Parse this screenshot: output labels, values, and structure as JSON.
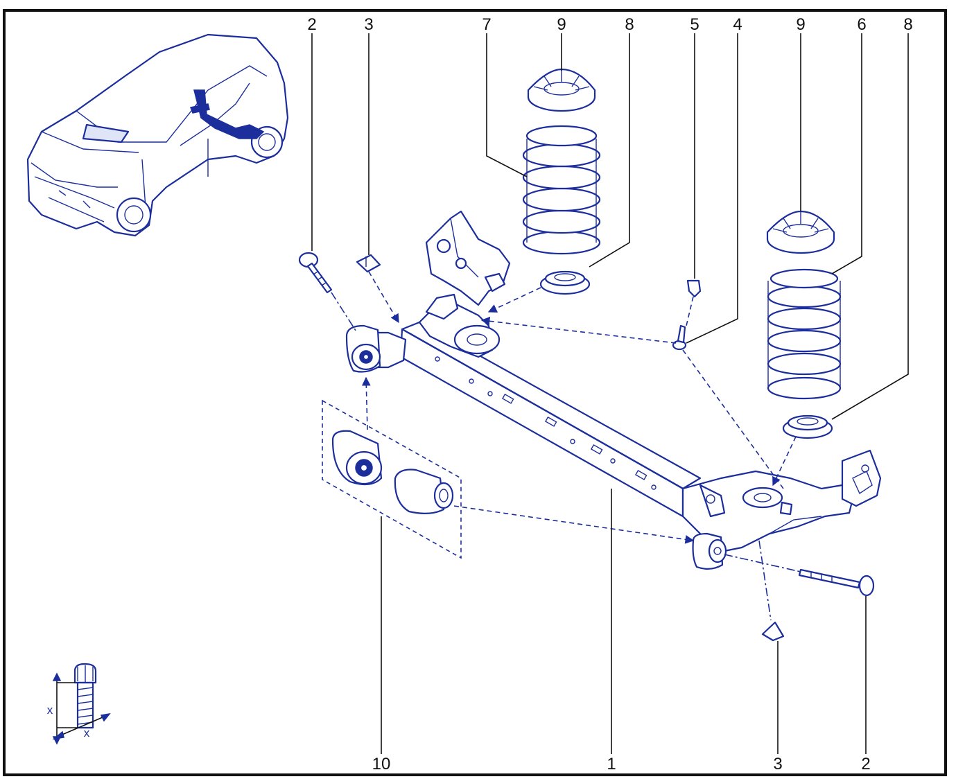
{
  "callouts": {
    "top_2": "2",
    "top_3": "3",
    "top_7": "7",
    "top_9a": "9",
    "top_8a": "8",
    "top_5": "5",
    "top_4": "4",
    "top_9b": "9",
    "top_6": "6",
    "top_8b": "8",
    "bottom_10": "10",
    "bottom_1": "1",
    "bottom_3": "3",
    "bottom_2": "2"
  },
  "dimension": {
    "vertical_label": "x",
    "horizontal_label": "x"
  },
  "colors": {
    "line": "#1c2e9c",
    "fill": "#dfe4f7",
    "frame": "#111111"
  }
}
